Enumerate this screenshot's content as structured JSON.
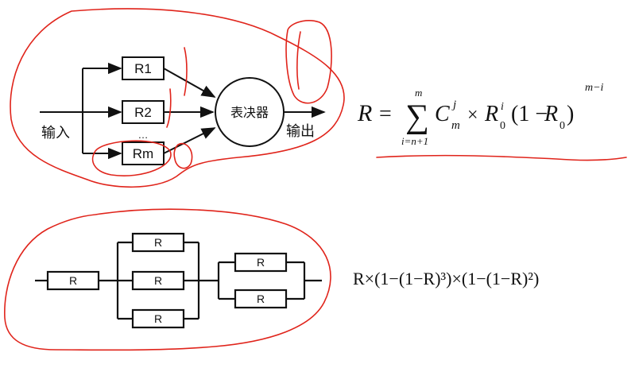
{
  "diagram_top": {
    "blocks": [
      "R1",
      "R2",
      "Rm"
    ],
    "ellipsis": "…",
    "voter": "表决器",
    "input_label": "输入",
    "output_label": "输出"
  },
  "formula_top": {
    "lhs": "R",
    "eq": "=",
    "sigma": "∑",
    "sum_upper": "m",
    "sum_lower": "i=n+1",
    "C": "C",
    "C_sup": "j",
    "C_sub": "m",
    "times": "×",
    "R0": "R",
    "R0_sub": "0",
    "R0_sup": "i",
    "paren_open": "(1 − ",
    "R0b": "R",
    "R0b_sub": "0",
    "paren_close": ")",
    "exp": "m−i"
  },
  "diagram_bottom": {
    "blocks": [
      "R",
      "R",
      "R",
      "R",
      "R",
      "R"
    ]
  },
  "formula_bottom": {
    "text": "R×(1−(1−R)³)×(1−(1−R)²)"
  },
  "colors": {
    "ink": "#111111",
    "annotation_red": "#e0241b"
  }
}
